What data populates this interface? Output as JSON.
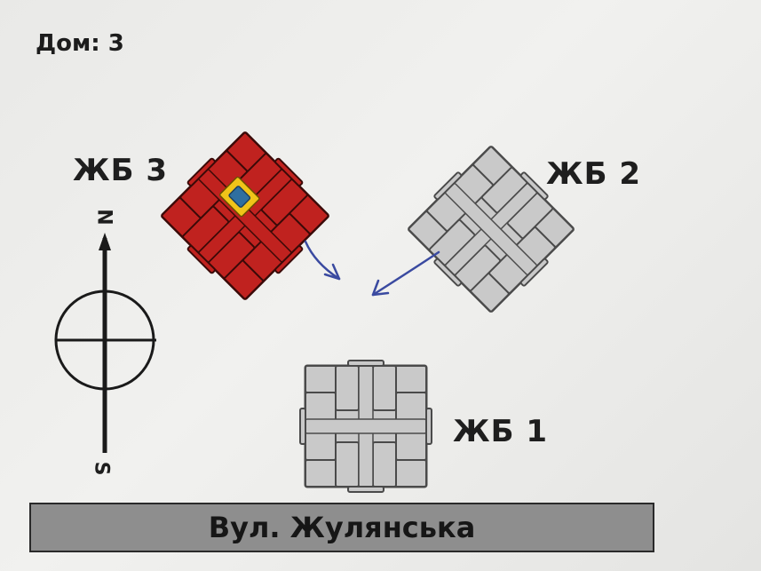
{
  "house": {
    "label": "Дом: 3"
  },
  "buildings": [
    {
      "id": "zb3",
      "label": "ЖБ 3",
      "highlighted": true,
      "color": "#c0221f"
    },
    {
      "id": "zb2",
      "label": "ЖБ 2",
      "highlighted": false,
      "color": "#c9c9c9"
    },
    {
      "id": "zb1",
      "label": "ЖБ 1",
      "highlighted": false,
      "color": "#c9c9c9"
    }
  ],
  "compass": {
    "north": "N",
    "south": "S"
  },
  "street": {
    "name": "Вул. Жулянська",
    "color": "#8e8e8e"
  },
  "colors": {
    "highlight": "#c0221f",
    "highlight_ring": "#f0c419",
    "highlight_core": "#2f6fa0",
    "building": "#c9c9c9",
    "arrow": "#3a4aa0"
  }
}
